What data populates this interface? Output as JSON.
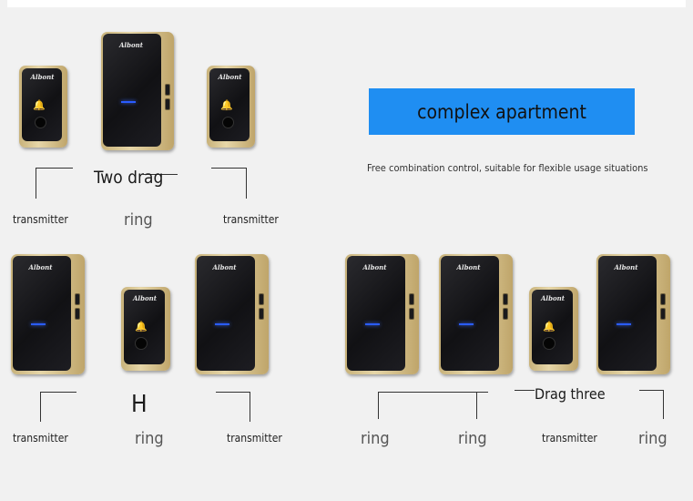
{
  "banner": {
    "title": "complex apartment",
    "subtitle": "Free combination control, suitable for flexible usage situations"
  },
  "device": {
    "brand": "Albont",
    "bell_glyph": "🔔"
  },
  "set_two_drag": {
    "title": "Two drag",
    "left_label": "transmitter",
    "center_label": "ring",
    "right_label": "transmitter"
  },
  "set_h": {
    "title": "H",
    "left_label": "transmitter",
    "center_label": "ring",
    "right_label": "transmitter"
  },
  "set_drag_three": {
    "title": "Drag three",
    "label_1": "ring",
    "label_2": "ring",
    "label_3": "transmitter",
    "label_4": "ring"
  },
  "colors": {
    "banner": "#1f8ef2",
    "led": "#2a5cff",
    "device_trim": "#d4bf8a"
  }
}
